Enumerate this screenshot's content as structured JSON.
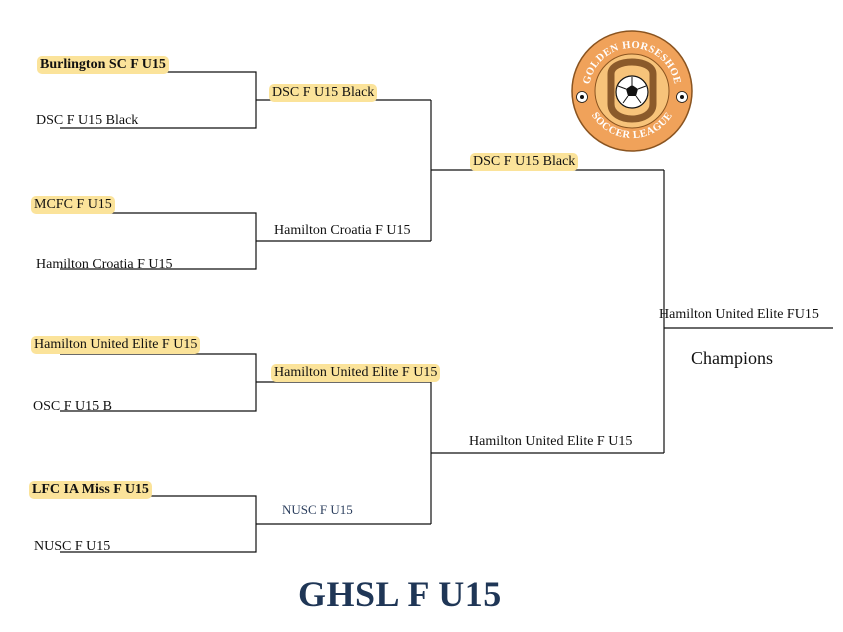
{
  "title": "GHSL F U15",
  "champions_label": "Champions",
  "logo": {
    "top_text": "GOLDEN HORSESHOE",
    "bottom_text": "SOCCER LEAGUE",
    "ring_color": "#f0a25a",
    "inner_color": "#f7c37a",
    "icon": "soccer-ball-horseshoe-icon"
  },
  "round1": [
    "Burlington SC F U15",
    "DSC F U15 Black",
    "MCFC F U15",
    "Hamilton Croatia F U15",
    "Hamilton United Elite F U15",
    "OSC F U15 B",
    "LFC IA Miss F U15",
    "NUSC F U15"
  ],
  "round2": [
    "DSC F U15 Black",
    "Hamilton Croatia F U15",
    "Hamilton United Elite F U15",
    "NUSC F U15"
  ],
  "semifinals": [
    "DSC F U15 Black",
    "Hamilton United Elite F U15"
  ],
  "champion": "Hamilton United Elite FU15",
  "highlight_color": "#fbe39a",
  "line_color": "#111111"
}
